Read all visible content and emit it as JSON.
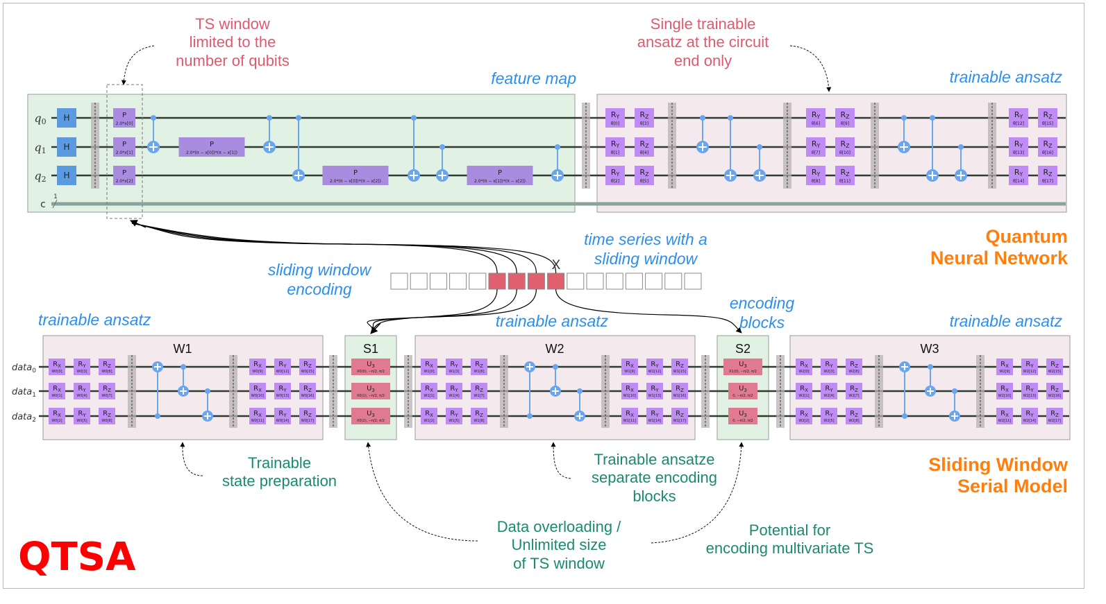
{
  "title_logo": "QTSA",
  "colors": {
    "feature_map_bg": "#e1f1e3",
    "ansatz_bg": "#f4e9ed",
    "h_gate": "#5b9ae0",
    "p_gate": "#a98be0",
    "rot_gate": "#bf8bf5",
    "u_gate": "#df7a91",
    "cnot": "#6aa6ef",
    "wire": "#2f3b32",
    "classical_wire": "#8aa39b",
    "window_red": "#e06070",
    "barrier": "#b8b2b4"
  },
  "qnn": {
    "section_title": "Quantum\nNeural Network",
    "feature_map_label": "feature map",
    "ansatz_label": "trainable ansatz",
    "qubits": [
      "q0",
      "q1",
      "q2"
    ],
    "classical_label": "c",
    "classical_count": "1",
    "h_gates": [
      "H",
      "H",
      "H"
    ],
    "p_gates_first": [
      {
        "name": "P",
        "param": "2.0*x[0]"
      },
      {
        "name": "P",
        "param": "2.0*x[1]"
      },
      {
        "name": "P",
        "param": "2.0*x[2]"
      }
    ],
    "p_gates_pair": [
      {
        "name": "P",
        "param": "2.0*(π − x[0])*(π − x[1])"
      },
      {
        "name": "P",
        "param": "2.0*(π − x[0])*(π − x[2])"
      },
      {
        "name": "P",
        "param": "2.0*(π − x[1])*(π − x[2])"
      }
    ],
    "ansatz_layers": [
      {
        "gates": [
          [
            "RY",
            "θ[0]"
          ],
          [
            "RY",
            "θ[1]"
          ],
          [
            "RY",
            "θ[2]"
          ],
          [
            "RZ",
            "θ[3]"
          ],
          [
            "RZ",
            "θ[4]"
          ],
          [
            "RZ",
            "θ[5]"
          ]
        ]
      },
      {
        "gates": [
          [
            "RY",
            "θ[6]"
          ],
          [
            "RY",
            "θ[7]"
          ],
          [
            "RY",
            "θ[8]"
          ],
          [
            "RZ",
            "θ[9]"
          ],
          [
            "RZ",
            "θ[10]"
          ],
          [
            "RZ",
            "θ[11]"
          ]
        ]
      },
      {
        "gates": [
          [
            "RY",
            "θ[12]"
          ],
          [
            "RY",
            "θ[13]"
          ],
          [
            "RY",
            "θ[14]"
          ],
          [
            "RZ",
            "θ[15]"
          ],
          [
            "RZ",
            "θ[16]"
          ],
          [
            "RZ",
            "θ[17]"
          ]
        ]
      }
    ]
  },
  "annotations": {
    "ts_window_note": "TS window\nlimited to the\nnumber of qubits",
    "single_ansatz_note": "Single trainable\nansatz at the circuit\nend only",
    "sliding_window_encoding": "sliding window\nencoding",
    "time_series_label": "time series with a\nsliding window",
    "x_label": "X",
    "encoding_blocks": "encoding\nblocks",
    "trainable_state_prep": "Trainable\nstate preparation",
    "trainable_ansatze_sep": "Trainable ansatze\nseparate encoding\nblocks",
    "data_overloading": "Data overloading /\nUnlimited size\nof TS window",
    "multivariate": "Potential for\nencoding multivariate TS"
  },
  "time_series": {
    "cells": [
      0,
      0,
      0,
      0,
      0,
      1,
      1,
      1,
      1,
      0,
      0,
      0,
      0,
      0,
      0,
      0
    ]
  },
  "swsm": {
    "section_title": "Sliding Window\nSerial Model",
    "ansatz_label": "trainable ansatz",
    "wires": [
      "data0",
      "data1",
      "data2"
    ],
    "blocks": [
      {
        "id": "W1",
        "prefix": "W0"
      },
      {
        "id": "W2",
        "prefix": "W1"
      },
      {
        "id": "W3",
        "prefix": "W2"
      }
    ],
    "encoders": [
      {
        "id": "S1",
        "gates": [
          [
            "U3",
            "X0(0), −π/2, π/2"
          ],
          [
            "U3",
            "X0(1), −π/2, π/2"
          ],
          [
            "U3",
            "X0(2), −π/2, π/2"
          ]
        ]
      },
      {
        "id": "S2",
        "gates": [
          [
            "U3",
            "X1(0), −π/2, π/2"
          ],
          [
            "U3",
            "0, −π/2, π/2"
          ],
          [
            "U3",
            "0, −π/2, π/2"
          ]
        ]
      }
    ],
    "rot_names": [
      "RX",
      "RY",
      "RZ"
    ]
  }
}
